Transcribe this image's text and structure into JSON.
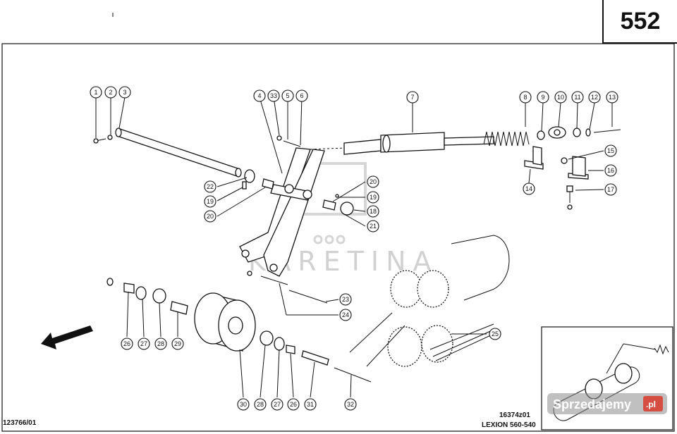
{
  "page_number": "552",
  "doc_ref": "123766/01",
  "drawing_code": "16374z01",
  "model_label": "LEXION 560-540",
  "watermark": "KARETINA",
  "ad_badge": {
    "text": "Sprzedajemy",
    "suffix": ".pl"
  },
  "callouts": {
    "c1": "1",
    "c2": "2",
    "c3": "3",
    "c4": "4",
    "c33": "33",
    "c5": "5",
    "c6": "6",
    "c7": "7",
    "c8": "8",
    "c9": "9",
    "c10": "10",
    "c11": "11",
    "c12": "12",
    "c13": "13",
    "c15": "15",
    "c16": "16",
    "c17": "17",
    "c14": "14",
    "c22": "22",
    "c19a": "19",
    "c20a": "20",
    "c20b": "20",
    "c19b": "19",
    "c18": "18",
    "c21": "21",
    "c23": "23",
    "c24": "24",
    "c25": "25",
    "c26a": "26",
    "c27a": "27",
    "c28a": "28",
    "c29": "29",
    "c30": "30",
    "c28b": "28",
    "c27b": "27",
    "c26b": "26",
    "c31": "31",
    "c32": "32"
  }
}
